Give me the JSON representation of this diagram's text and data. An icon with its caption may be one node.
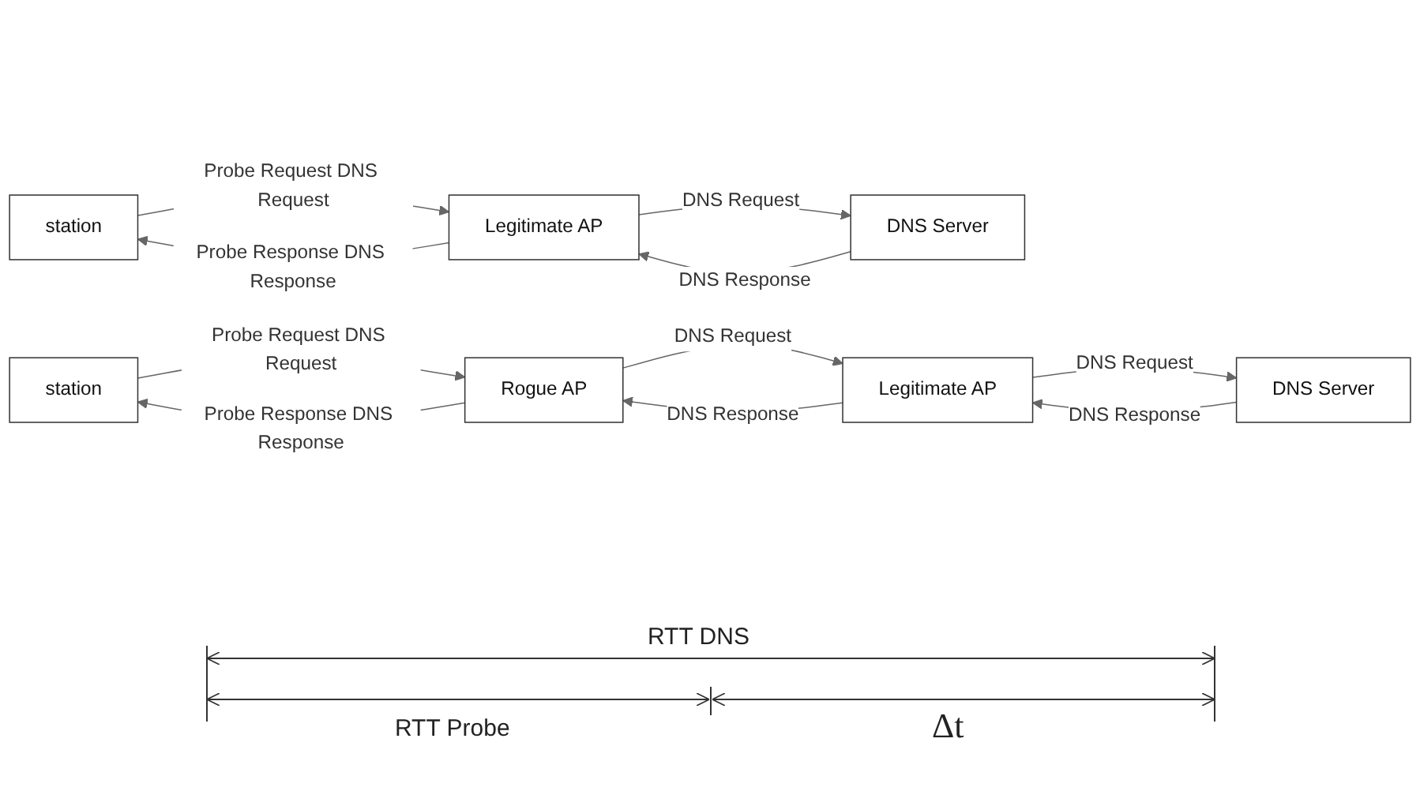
{
  "diagram": {
    "nodes": [
      {
        "text": [
          "station"
        ]
      },
      {
        "text": [
          "Legitimate AP"
        ]
      },
      {
        "text": [
          "DNS Server"
        ]
      },
      {
        "text": [
          "station"
        ]
      },
      {
        "text": [
          "Rogue AP"
        ]
      },
      {
        "text": [
          "Legitimate AP"
        ]
      },
      {
        "text": [
          "DNS Server"
        ]
      }
    ],
    "edges": [
      {
        "from": 0,
        "to": 1,
        "arrow": "to",
        "label": "Probe Request DNS Request"
      },
      {
        "from": 1,
        "to": 0,
        "arrow": "to",
        "label": "Probe Response DNS Response"
      },
      {
        "from": 1,
        "to": 2,
        "arrow": "to",
        "label": "DNS Request"
      },
      {
        "from": 2,
        "to": 1,
        "arrow": "to",
        "label": "DNS Response"
      },
      {
        "from": 3,
        "to": 4,
        "arrow": "to",
        "label": "Probe Request DNS Request"
      },
      {
        "from": 4,
        "to": 3,
        "arrow": "to",
        "label": "Probe Response DNS Response"
      },
      {
        "from": 4,
        "to": 5,
        "arrow": "to",
        "label": "DNS Request"
      },
      {
        "from": 5,
        "to": 4,
        "arrow": "to",
        "label": "DNS Response"
      },
      {
        "from": 5,
        "to": 6,
        "arrow": "to",
        "label": "DNS Request"
      },
      {
        "from": 6,
        "to": 5,
        "arrow": "to",
        "label": "DNS Response"
      }
    ],
    "labels": [
      "RTT DNS",
      "RTT Probe",
      "Δt"
    ]
  }
}
